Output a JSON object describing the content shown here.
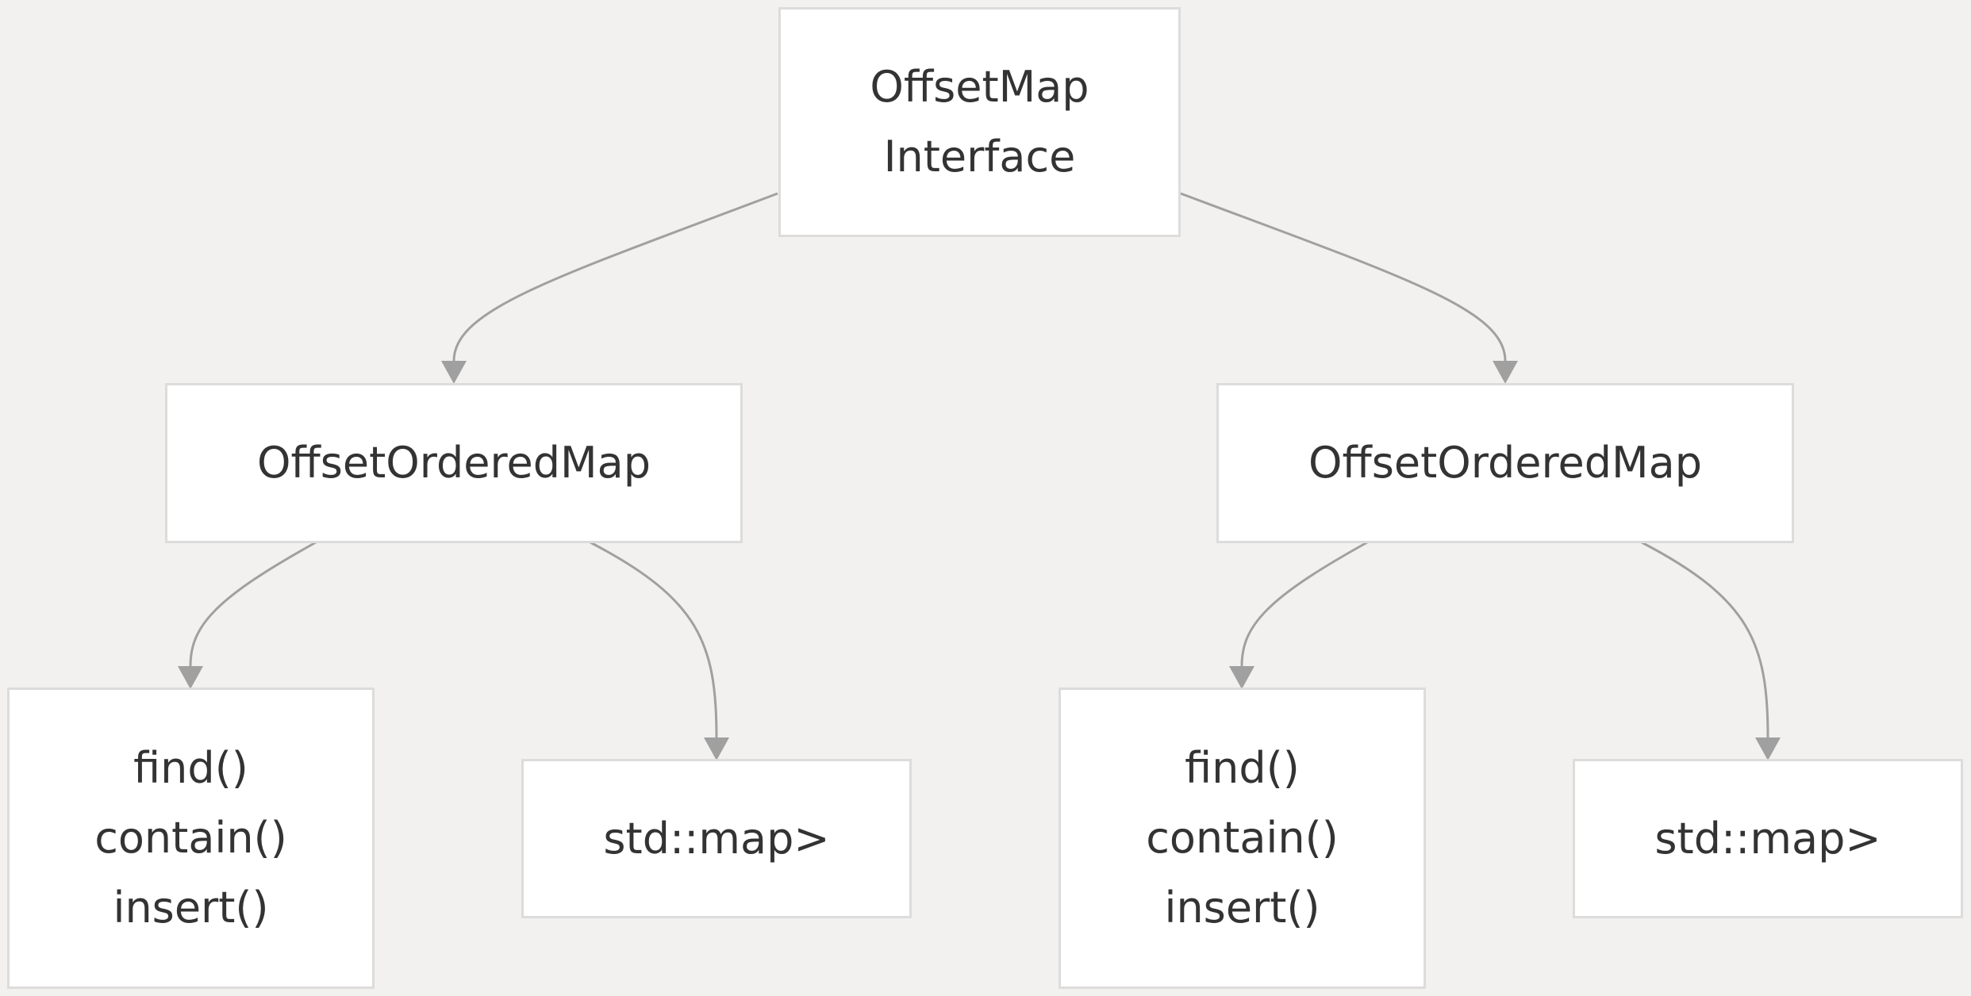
{
  "nodes": {
    "root": {
      "line1": "OffsetMap",
      "line2": "Interface"
    },
    "left_map": {
      "label": "OffsetOrderedMap"
    },
    "right_map": {
      "label": "OffsetOrderedMap"
    },
    "left_methods": {
      "line1": "find()",
      "line2": "contain()",
      "line3": "insert()"
    },
    "left_std": {
      "label": "std::map>"
    },
    "right_methods": {
      "line1": "find()",
      "line2": "contain()",
      "line3": "insert()"
    },
    "right_std": {
      "label": "std::map>"
    }
  },
  "edges": [
    {
      "from": "root",
      "to": "left_map"
    },
    {
      "from": "root",
      "to": "right_map"
    },
    {
      "from": "left_map",
      "to": "left_methods"
    },
    {
      "from": "left_map",
      "to": "left_std"
    },
    {
      "from": "right_map",
      "to": "right_methods"
    },
    {
      "from": "right_map",
      "to": "right_std"
    }
  ],
  "colors": {
    "background": "#f2f1ef",
    "node_fill": "#ffffff",
    "node_border": "#dcdcdc",
    "edge": "#a0a0a0",
    "text": "#333333"
  }
}
